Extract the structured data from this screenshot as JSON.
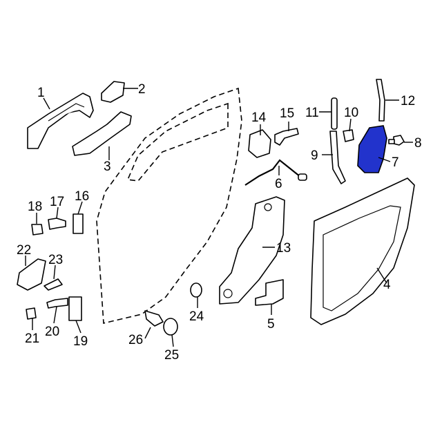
{
  "diagram": {
    "highlight_color": "#2233cc",
    "highlighted_part": "7",
    "callouts": [
      "1",
      "2",
      "3",
      "4",
      "5",
      "6",
      "7",
      "8",
      "9",
      "10",
      "11",
      "12",
      "13",
      "14",
      "15",
      "16",
      "17",
      "18",
      "19",
      "20",
      "21",
      "22",
      "23",
      "24",
      "25",
      "26"
    ]
  }
}
